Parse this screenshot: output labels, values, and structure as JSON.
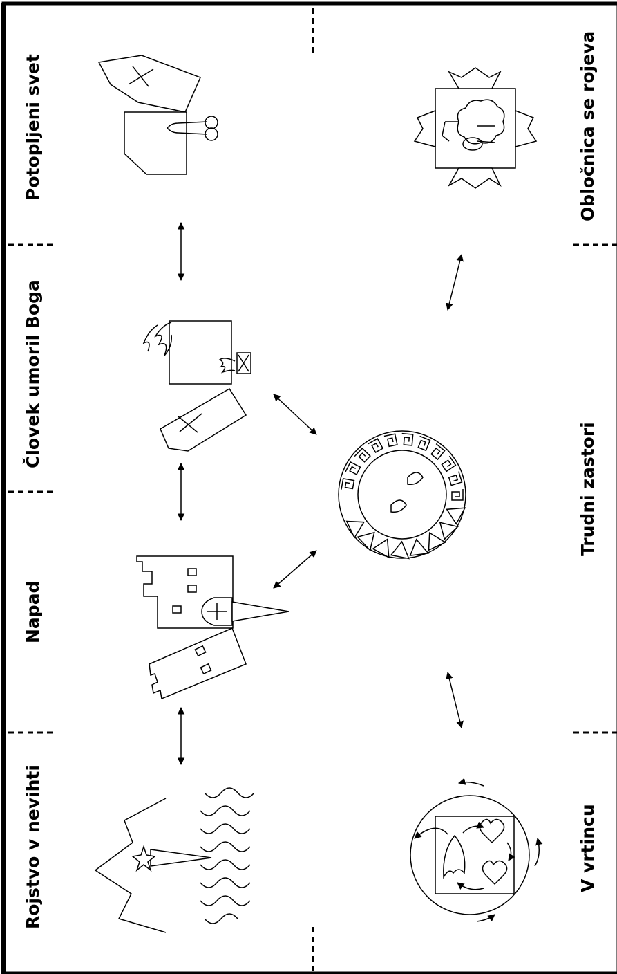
{
  "top_row": [
    {
      "label": "Rojstvo v nevihti"
    },
    {
      "label": "Napad"
    },
    {
      "label": "Človek umoril Boga"
    },
    {
      "label": "Potopljeni svet"
    }
  ],
  "bottom_row": [
    {
      "label": "V vrtincu"
    },
    {
      "label": "Trudni zastori"
    },
    {
      "label": "Obločnica se rojeva"
    }
  ],
  "icons": {
    "storm": "storm-birth-icon",
    "attack": "castle-attack-icon",
    "killing": "god-killed-icon",
    "sunken": "sunken-world-icon",
    "vortex": "vortex-hearts-icon",
    "curtains": "meander-circle-icon",
    "lamb": "lamb-crowns-icon"
  }
}
